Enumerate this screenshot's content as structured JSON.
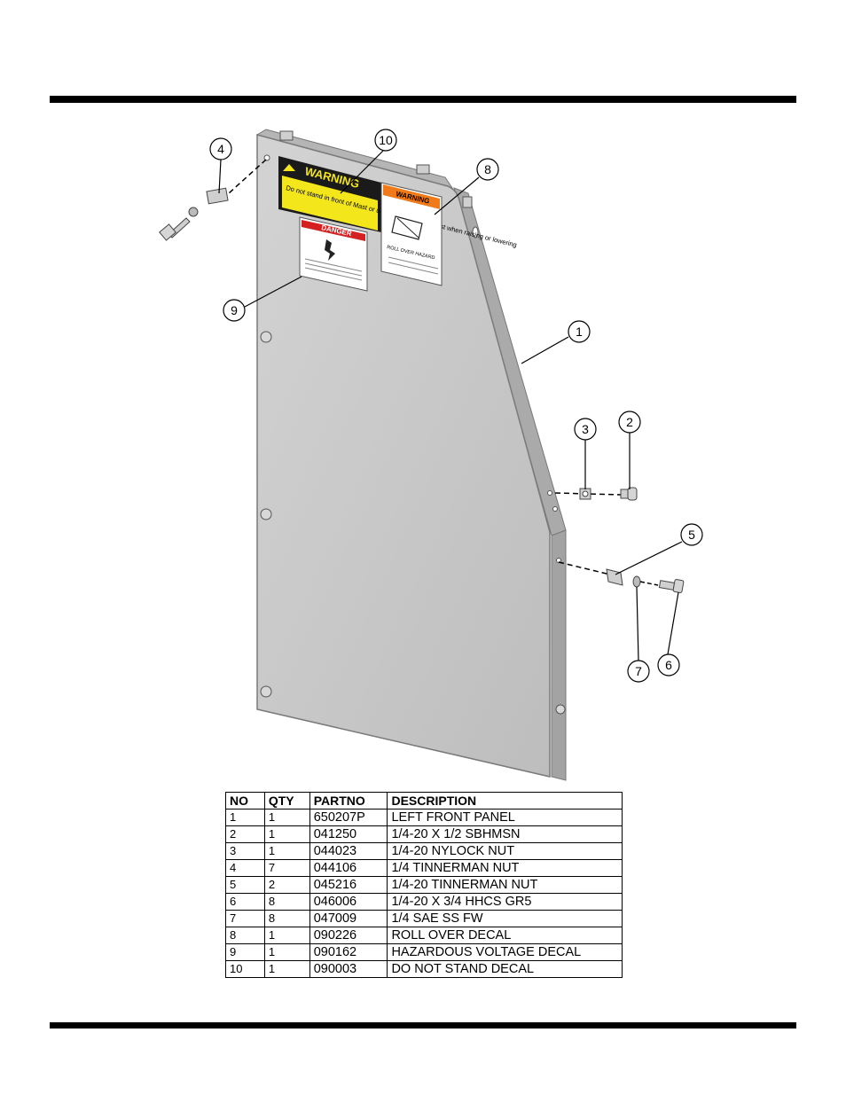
{
  "decals": {
    "warning_header": "WARNING",
    "warning_text": "Do not stand in front of Mast or underneath rear of Mast when raising or lowering",
    "danger_header": "DANGER",
    "rollover_header": "WARNING",
    "rollover_text": "ROLL OVER HAZARD"
  },
  "callouts": [
    "1",
    "2",
    "3",
    "4",
    "5",
    "6",
    "7",
    "8",
    "9",
    "10"
  ],
  "parts_table": {
    "headers": [
      "NO",
      "QTY",
      "PARTNO",
      "DESCRIPTION"
    ],
    "rows": [
      {
        "no": "1",
        "qty": "1",
        "partno": "650207P",
        "description": "LEFT FRONT PANEL"
      },
      {
        "no": "2",
        "qty": "1",
        "partno": "041250",
        "description": "1/4-20 X 1/2 SBHMSN"
      },
      {
        "no": "3",
        "qty": "1",
        "partno": "044023",
        "description": "1/4-20 NYLOCK NUT"
      },
      {
        "no": "4",
        "qty": "7",
        "partno": "044106",
        "description": "1/4 TINNERMAN NUT"
      },
      {
        "no": "5",
        "qty": "2",
        "partno": "045216",
        "description": "1/4-20 TINNERMAN NUT"
      },
      {
        "no": "6",
        "qty": "8",
        "partno": "046006",
        "description": "1/4-20 X 3/4 HHCS GR5"
      },
      {
        "no": "7",
        "qty": "8",
        "partno": "047009",
        "description": "1/4 SAE SS FW"
      },
      {
        "no": "8",
        "qty": "1",
        "partno": "090226",
        "description": "ROLL OVER DECAL"
      },
      {
        "no": "9",
        "qty": "1",
        "partno": "090162",
        "description": "HAZARDOUS VOLTAGE DECAL"
      },
      {
        "no": "10",
        "qty": "1",
        "partno": "090003",
        "description": "DO NOT STAND DECAL"
      }
    ]
  },
  "colors": {
    "panel_fill": "#c9c9c9",
    "panel_edge": "#9a9a9a",
    "warning_yellow": "#f3e61a",
    "warning_orange": "#f07a1a",
    "danger_red": "#d42020"
  }
}
